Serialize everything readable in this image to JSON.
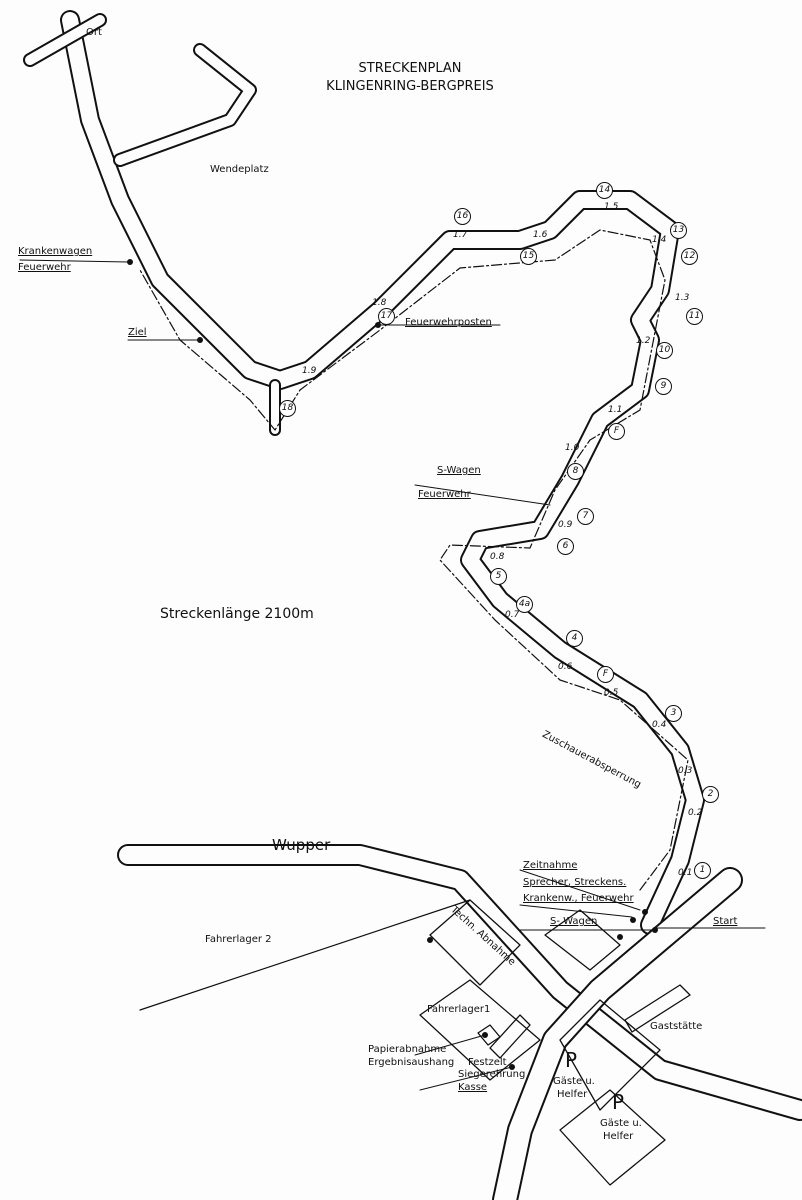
{
  "title": {
    "line1": "STRECKENPLAN",
    "line2": "KLINGENRING-BERGPREIS"
  },
  "track_length": "Streckenlänge 2100m",
  "labels": {
    "ort": "Ort",
    "wendeplatz": "Wendeplatz",
    "krankenwagen": "Krankenwagen",
    "feuerwehr_top": "Feuerwehr",
    "ziel": "Ziel",
    "feuerwehrposten": "Feuerwehrposten",
    "s_wagen_mid": "S-Wagen",
    "feuerwehr_mid": "Feuerwehr",
    "zuschauer": "Zuschauerabsperrung",
    "wupper": "Wupper",
    "fahrerlager2": "Fahrerlager 2",
    "techn": "Techn. Abnahme",
    "zeitnahme": "Zeitnahme",
    "sprecher": "Sprecher, Streckens.",
    "krankenw": "Krankenw., Feuerwehr",
    "s_wagen_start": "S- Wagen",
    "start": "Start",
    "gaststaette": "Gaststätte",
    "fahrerlager1": "Fahrerlager1",
    "papier": "Papierabnahme",
    "ergebnis": "Ergebnisaushang",
    "festzelt": "Festzelt",
    "siegerehrung": "Siegerehrung",
    "kasse": "Kasse",
    "p1": "P",
    "p1_text1": "Gäste u.",
    "p1_text2": "Helfer",
    "p2": "P",
    "p2_text1": "Gäste u.",
    "p2_text2": "Helfer"
  },
  "markers": [
    "1",
    "2",
    "3",
    "4",
    "4a",
    "5",
    "6",
    "7",
    "8",
    "F",
    "9",
    "10",
    "11",
    "12",
    "13",
    "14",
    "15",
    "16",
    "17",
    "18",
    "F"
  ],
  "km_marks": [
    "0.1",
    "0.2",
    "0.3",
    "0.4",
    "0.5",
    "0.6",
    "0.7",
    "0.8",
    "0.9",
    "1.0",
    "1.1",
    "1.2",
    "1.3",
    "1.4",
    "1.5",
    "1.6",
    "1.7",
    "1.8",
    "1.9"
  ]
}
